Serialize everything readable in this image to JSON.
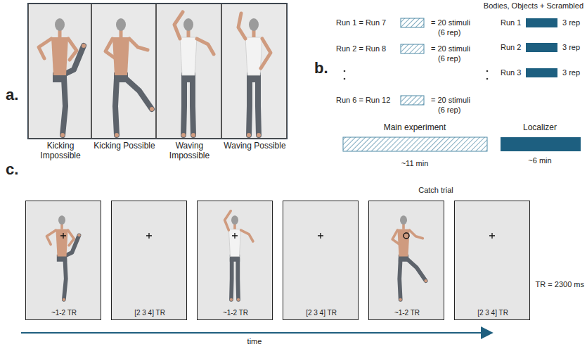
{
  "diagram": {
    "nodes": [
      {
        "text": [
          "Kicking Impossible"
        ]
      },
      {
        "text": [
          "Kicking Possible"
        ]
      },
      {
        "text": [
          "Waving Impossible"
        ]
      },
      {
        "text": [
          "Waving Possible"
        ]
      },
      {
        "text": [
          "~1-2 TR"
        ]
      },
      {
        "text": [
          "[2 3 4] TR"
        ]
      },
      {
        "text": [
          "~1-2 TR"
        ]
      },
      {
        "text": [
          "[2 3 4] TR"
        ]
      },
      {
        "text": [
          "~1-2 TR"
        ]
      },
      {
        "text": [
          "[2 3 4] TR"
        ]
      }
    ],
    "edges": [],
    "labels": [
      "a.",
      "b.",
      "c.",
      "Bodies, Objects + Scrambled",
      "Run 1 = Run 7",
      "= 20 stimuli",
      "(6 rep)",
      "Run 2 = Run 8",
      "= 20 stimuli",
      "(6 rep)",
      "Run 6 = Run 12",
      "= 20 stimuli",
      "(6 rep)",
      "Run 1",
      "3 rep",
      "Run 2",
      "3 rep",
      "Run 3",
      "3 rep",
      "Main experiment",
      "~11 min",
      "Localizer",
      "~6 min",
      "Catch trial",
      "TR = 2300 ms",
      "time"
    ]
  }
}
